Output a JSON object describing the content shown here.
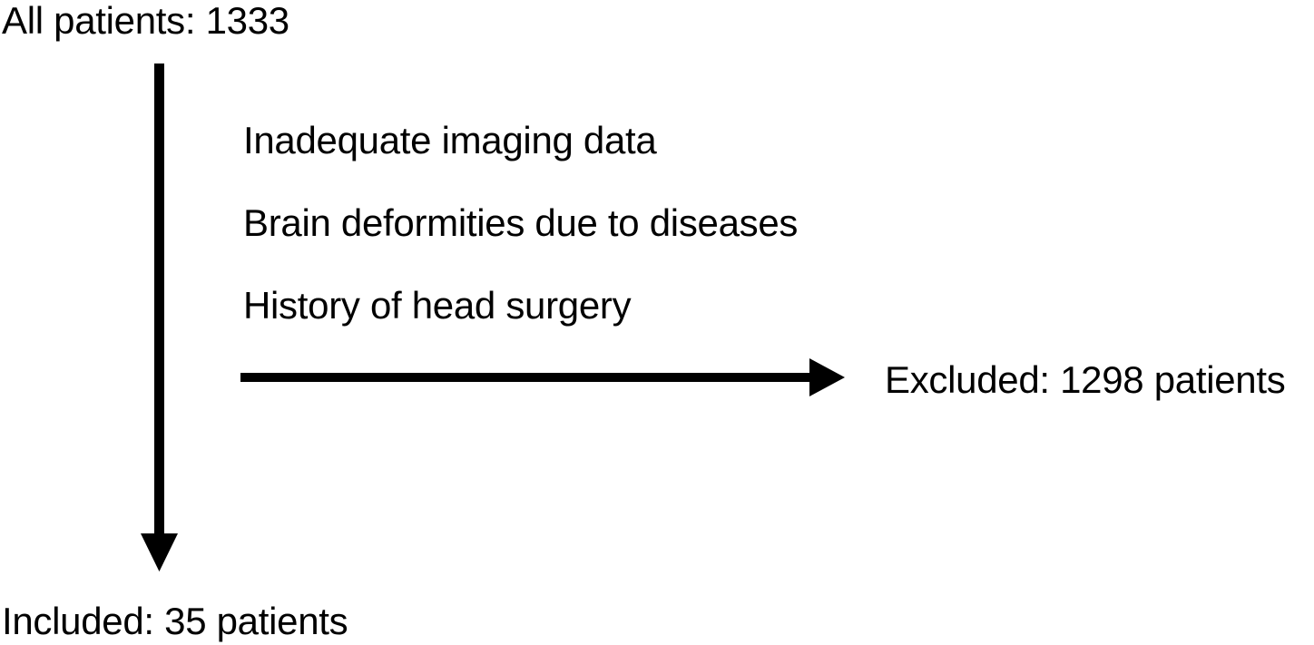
{
  "flow": {
    "start": "All patients: 1333",
    "exclusion_criteria": [
      "Inadequate imaging data",
      "Brain deformities due to diseases",
      "History of head surgery"
    ],
    "excluded": "Excluded: 1298 patients",
    "included": "Included: 35 patients"
  },
  "colors": {
    "ink": "#000000",
    "background": "#ffffff"
  }
}
